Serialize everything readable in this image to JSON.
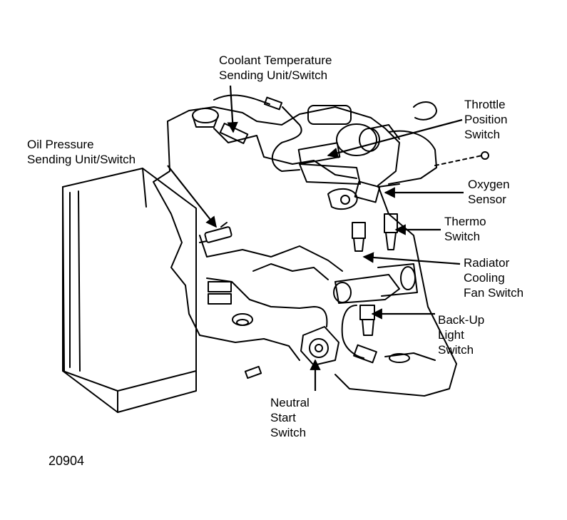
{
  "labels": {
    "coolant": [
      "Coolant Temperature",
      "Sending Unit/Switch"
    ],
    "oil": [
      "Oil Pressure",
      "Sending Unit/Switch"
    ],
    "throttle": [
      "Throttle",
      "Position",
      "Switch"
    ],
    "oxygen": [
      "Oxygen",
      "Sensor"
    ],
    "thermo": [
      "Thermo",
      "Switch"
    ],
    "radiator": [
      "Radiator",
      "Cooling",
      "Fan Switch"
    ],
    "backup": [
      "Back-Up",
      "Light",
      "Switch"
    ],
    "neutral": [
      "Neutral",
      "Start",
      "Switch"
    ]
  },
  "figure_number": "20904",
  "colors": {
    "ink": "#000000",
    "paper": "#ffffff"
  }
}
